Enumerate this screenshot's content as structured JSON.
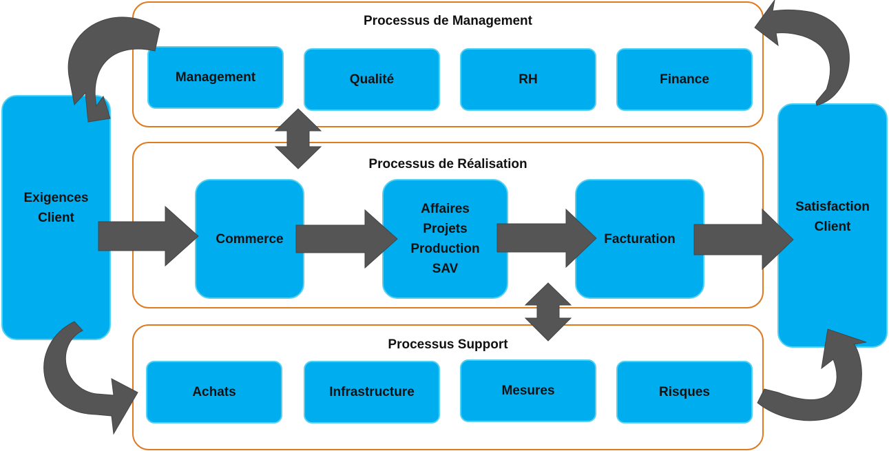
{
  "colors": {
    "box_fill": "#00aeef",
    "box_border": "#55d0ee",
    "group_border": "#e07a1f",
    "arrow": "#555555"
  },
  "management": {
    "title": "Processus de Management",
    "items": [
      "Management",
      "Qualité",
      "RH",
      "Finance"
    ]
  },
  "realisation": {
    "title": "Processus de Réalisation",
    "commerce": "Commerce",
    "affaires_lines": [
      "Affaires",
      "Projets",
      "Production",
      "SAV"
    ],
    "facturation": "Facturation"
  },
  "support": {
    "title": "Processus Support",
    "items": [
      "Achats",
      "Infrastructure",
      "Mesures",
      "Risques"
    ]
  },
  "exigences": {
    "line1": "Exigences",
    "line2": "Client"
  },
  "satisfaction": {
    "line1": "Satisfaction",
    "line2": "Client"
  }
}
